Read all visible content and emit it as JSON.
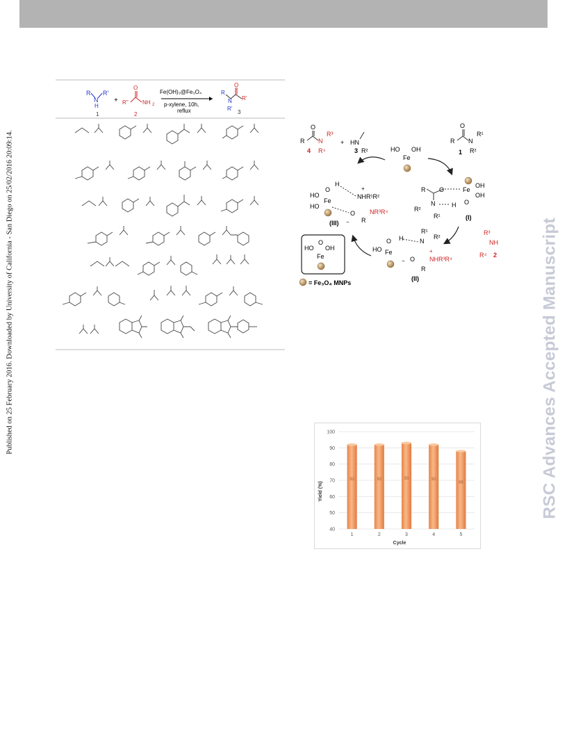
{
  "side_text": "Published on 25 February 2016. Downloaded by University of California - San Diego on 25/02/2016 20:09:14.",
  "watermark": "RSC Advances Accepted Manuscript",
  "scheme": {
    "catalyst": "Fe(OH)₃@Fe₃O₄",
    "solvent": "p-xylene, 10h,",
    "condition": "reflux",
    "n1": "1",
    "n2": "2",
    "n3": "3",
    "plus": "+"
  },
  "mechanism": {
    "legend_text": "= Fe₃O₄ MNPs",
    "labels": {
      "i": "(I)",
      "ii": "(II)",
      "iii": "(III)",
      "c1": "1",
      "c2": "2",
      "c3": "3",
      "c4": "4",
      "plus": "+",
      "fe": "Fe",
      "ho": "HO",
      "oh": "OH",
      "o": "O",
      "n": "N",
      "h": "H",
      "hn": "HN",
      "r": "R",
      "nhr1r2": "NHR¹R²",
      "nr3r4": "NR³R⁴",
      "nhr3r4": "NHR³R⁴",
      "r1": "R¹",
      "r2": "R²",
      "r3": "R³",
      "r4": "R⁴",
      "nh": "NH",
      "plus_charge": "+",
      "minus_charge": "−"
    }
  },
  "chart_data": {
    "type": "bar",
    "categories": [
      "1",
      "2",
      "3",
      "4",
      "5"
    ],
    "values": [
      92,
      92,
      93,
      92,
      88
    ],
    "xlabel": "Cycle",
    "ylabel": "Yield (%)",
    "ylim": [
      40,
      100
    ],
    "yticks": [
      40,
      50,
      60,
      70,
      80,
      90,
      100
    ],
    "bar_color": "#f4a46a"
  }
}
